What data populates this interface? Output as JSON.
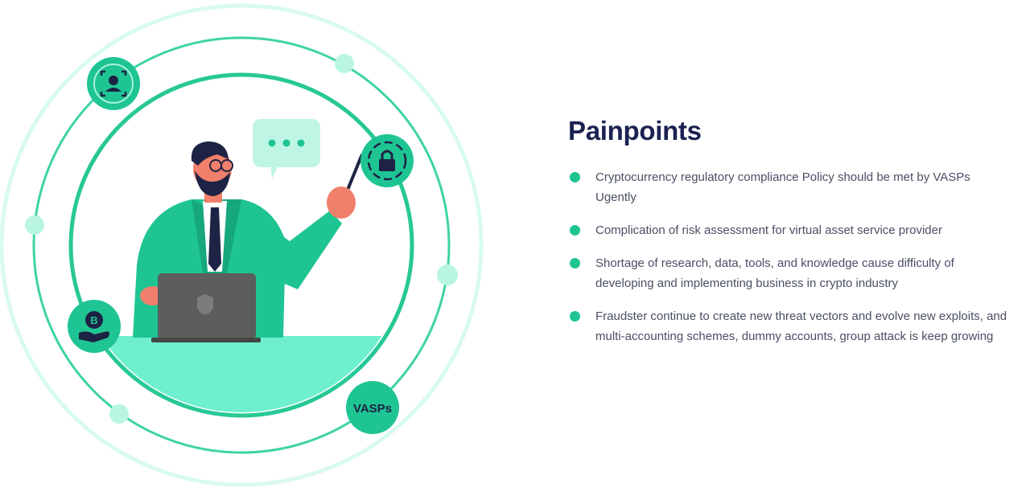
{
  "title": "Painpoints",
  "points": [
    "Cryptocurrency regulatory compliance Policy should be met by VASPs Ugently",
    "Complication of risk assessment for virtual asset service provider",
    "Shortage of research, data, tools, and knowledge cause difficulty of developing and implementing business in crypto industry",
    "Fraudster continue to create new threat vectors and evolve new exploits, and multi-accounting schemes, dummy accounts, group attack is keep growing"
  ],
  "badges": {
    "vasps_label": "VASPs"
  },
  "colors": {
    "accent": "#1fc493",
    "accent_light": "#6ef0cf",
    "title": "#1b2150",
    "text": "#4a4f63"
  },
  "icons": [
    "face-scan-icon",
    "padlock-icon",
    "bitcoin-hand-icon",
    "vasps-badge",
    "chat-bubble-icon",
    "laptop-icon"
  ]
}
